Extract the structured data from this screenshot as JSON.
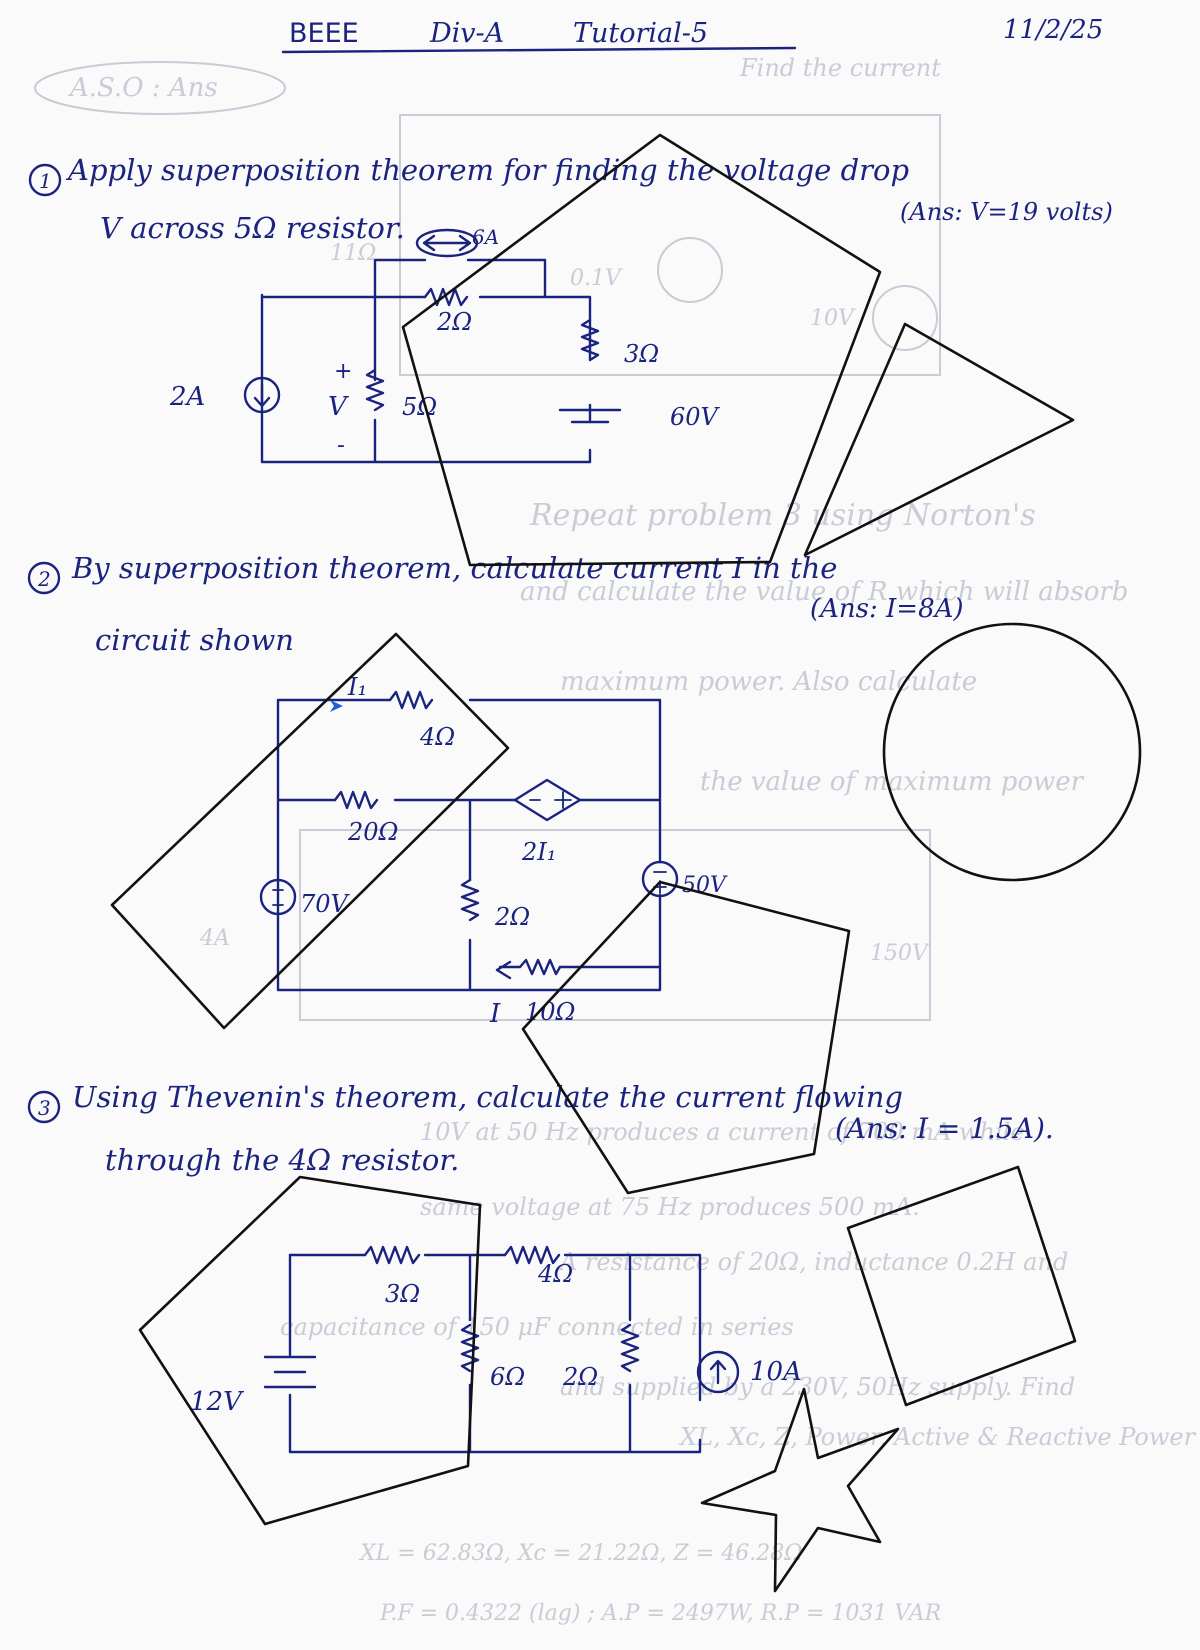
{
  "header": {
    "course": "BEEE",
    "division": "Div-A",
    "tutorial": "Tutorial-5",
    "date": "11/2/25"
  },
  "questions": [
    {
      "number": "1",
      "text_line1": "Apply superposition theorem for finding the voltage drop",
      "text_line2": "V across 5Ω resistor.",
      "answer": "(Ans: V=19 volts)",
      "circuit": {
        "current_source_left": "2A",
        "current_source_top": "6A",
        "resistor_top": "2Ω",
        "resistor_right": "3Ω",
        "resistor_middle": "5Ω",
        "voltage_label": "V",
        "plus": "+",
        "minus": "-",
        "battery": "60V"
      }
    },
    {
      "number": "2",
      "text_line1": "By superposition theorem, calculate current I in the",
      "text_line2": "circuit shown",
      "answer": "(Ans: I=8A)",
      "circuit": {
        "current_label": "I₁",
        "resistor_top": "4Ω",
        "resistor_mid": "20Ω",
        "dependent_source": "2I₁",
        "resistor_center": "2Ω",
        "resistor_bottom": "10Ω",
        "current_I": "I",
        "source_left": "70V",
        "source_right": "50V"
      }
    },
    {
      "number": "3",
      "text_line1": "Using Thevenin's theorem, calculate the current flowing",
      "text_line2": "through the 4Ω resistor.",
      "answer": "(Ans: I = 1.5A).",
      "circuit": {
        "resistor_1": "3Ω",
        "resistor_2": "4Ω",
        "resistor_3": "6Ω",
        "resistor_4": "2Ω",
        "battery": "12V",
        "current_source": "10A"
      }
    }
  ],
  "overlay_shapes": [
    "pentagon",
    "triangle",
    "rectangle",
    "circle",
    "pentagon",
    "pentagon",
    "square",
    "star"
  ],
  "colors": {
    "ink": "#1a237e",
    "ghost": "#c9cbd6",
    "shape_stroke": "#111111",
    "arrow": "#1e5fd8"
  }
}
